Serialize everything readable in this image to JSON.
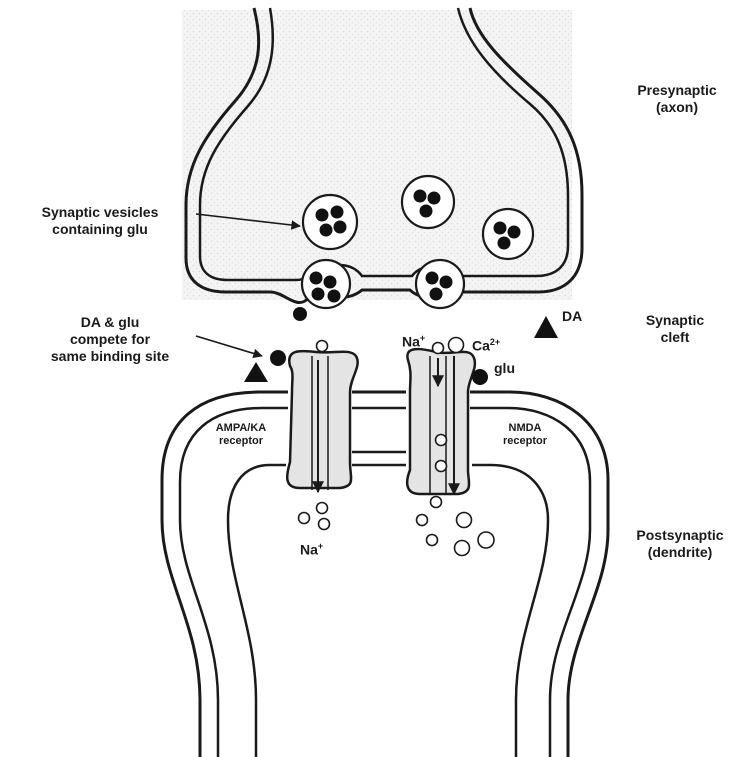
{
  "labels": {
    "presynaptic": "Presynaptic",
    "presynaptic_sub": "(axon)",
    "vesicles_line1": "Synaptic vesicles",
    "vesicles_line2": "containing glu",
    "compete_line1": "DA & glu",
    "compete_line2": "compete for",
    "compete_line3": "same binding site",
    "da": "DA",
    "na_in": "Na",
    "na_in_sup": "+",
    "ca": "Ca",
    "ca_sup": "2+",
    "glu": "glu",
    "synaptic_cleft_line1": "Synaptic",
    "synaptic_cleft_line2": "cleft",
    "ampa_line1": "AMPA/KA",
    "ampa_line2": "receptor",
    "nmda_line1": "NMDA",
    "nmda_line2": "receptor",
    "na_out": "Na",
    "na_out_sup": "+",
    "postsynaptic": "Postsynaptic",
    "postsynaptic_sub": "(dendrite)"
  },
  "colors": {
    "stroke": "#1a1a1a",
    "receptor_fill": "#e4e4e4",
    "stipple": "#ececec"
  }
}
